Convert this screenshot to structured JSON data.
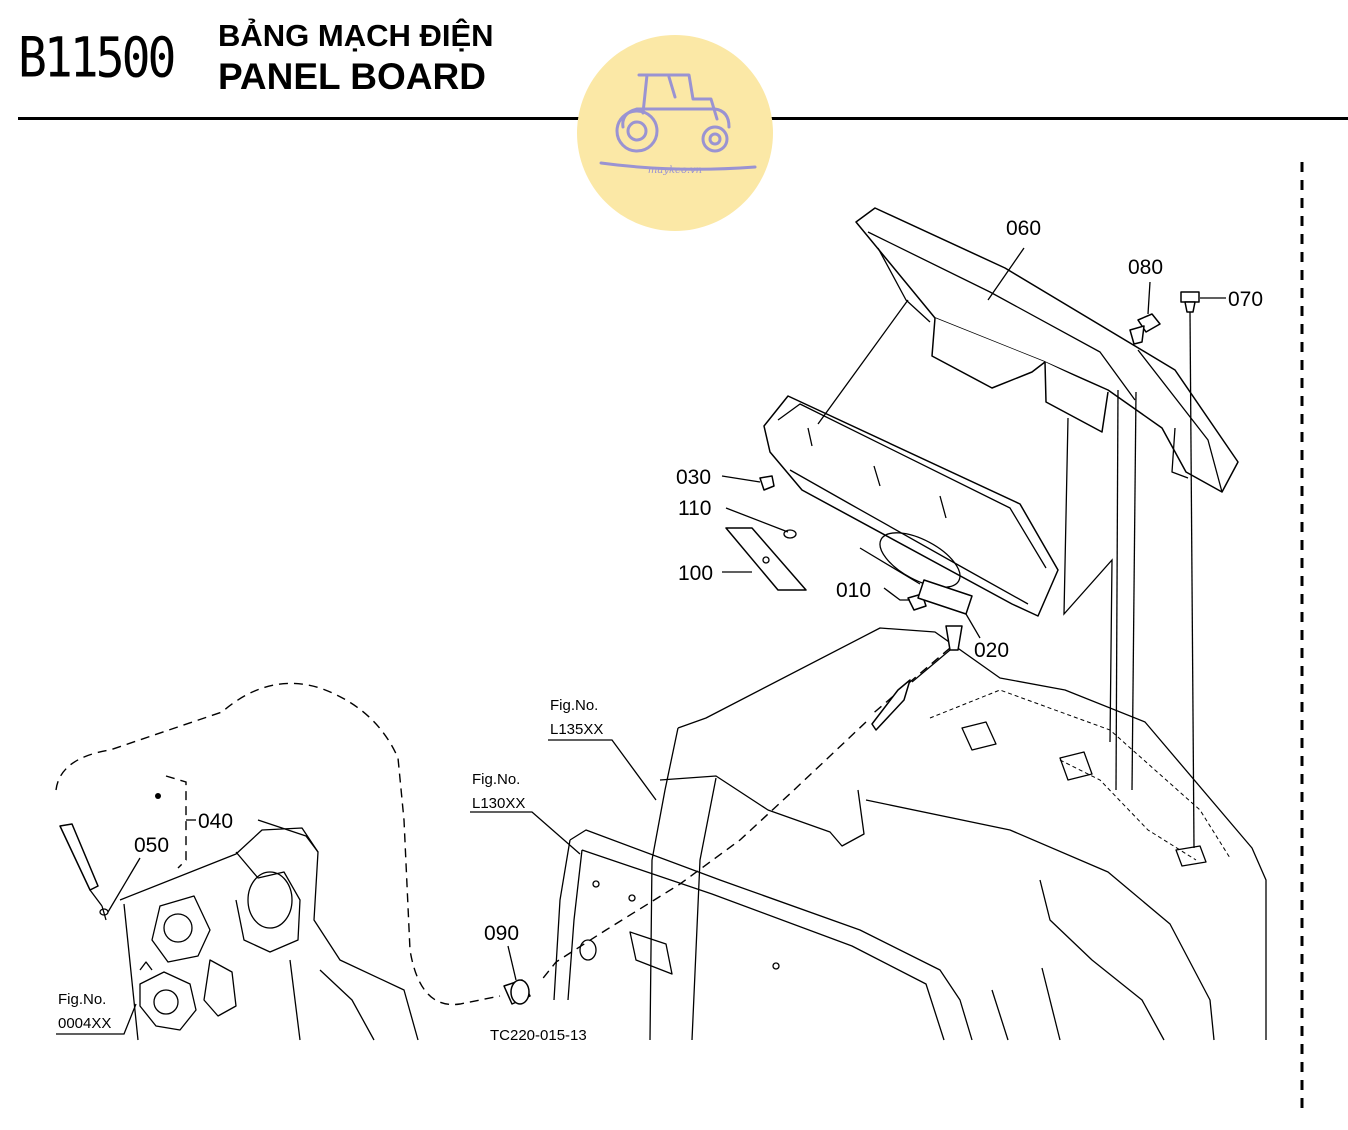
{
  "header": {
    "code": "B11500",
    "title_vi": "BẢNG MẠCH ĐIỆN",
    "title_en": "PANEL BOARD"
  },
  "watermark": {
    "text": "maykeo.vn",
    "background_color": "#fbe8a6",
    "icon": "tractor-icon",
    "icon_color": "#9a93d2"
  },
  "part_labels": [
    "060",
    "080",
    "070",
    "030",
    "110",
    "100",
    "010",
    "020",
    "040",
    "050",
    "090"
  ],
  "figure_refs": {
    "l135": [
      "Fig.No.",
      "L135XX"
    ],
    "l130": [
      "Fig.No.",
      "L130XX"
    ],
    "f0004": [
      "Fig.No.",
      "0004XX"
    ]
  },
  "drawing_code": "TC220-015-13"
}
